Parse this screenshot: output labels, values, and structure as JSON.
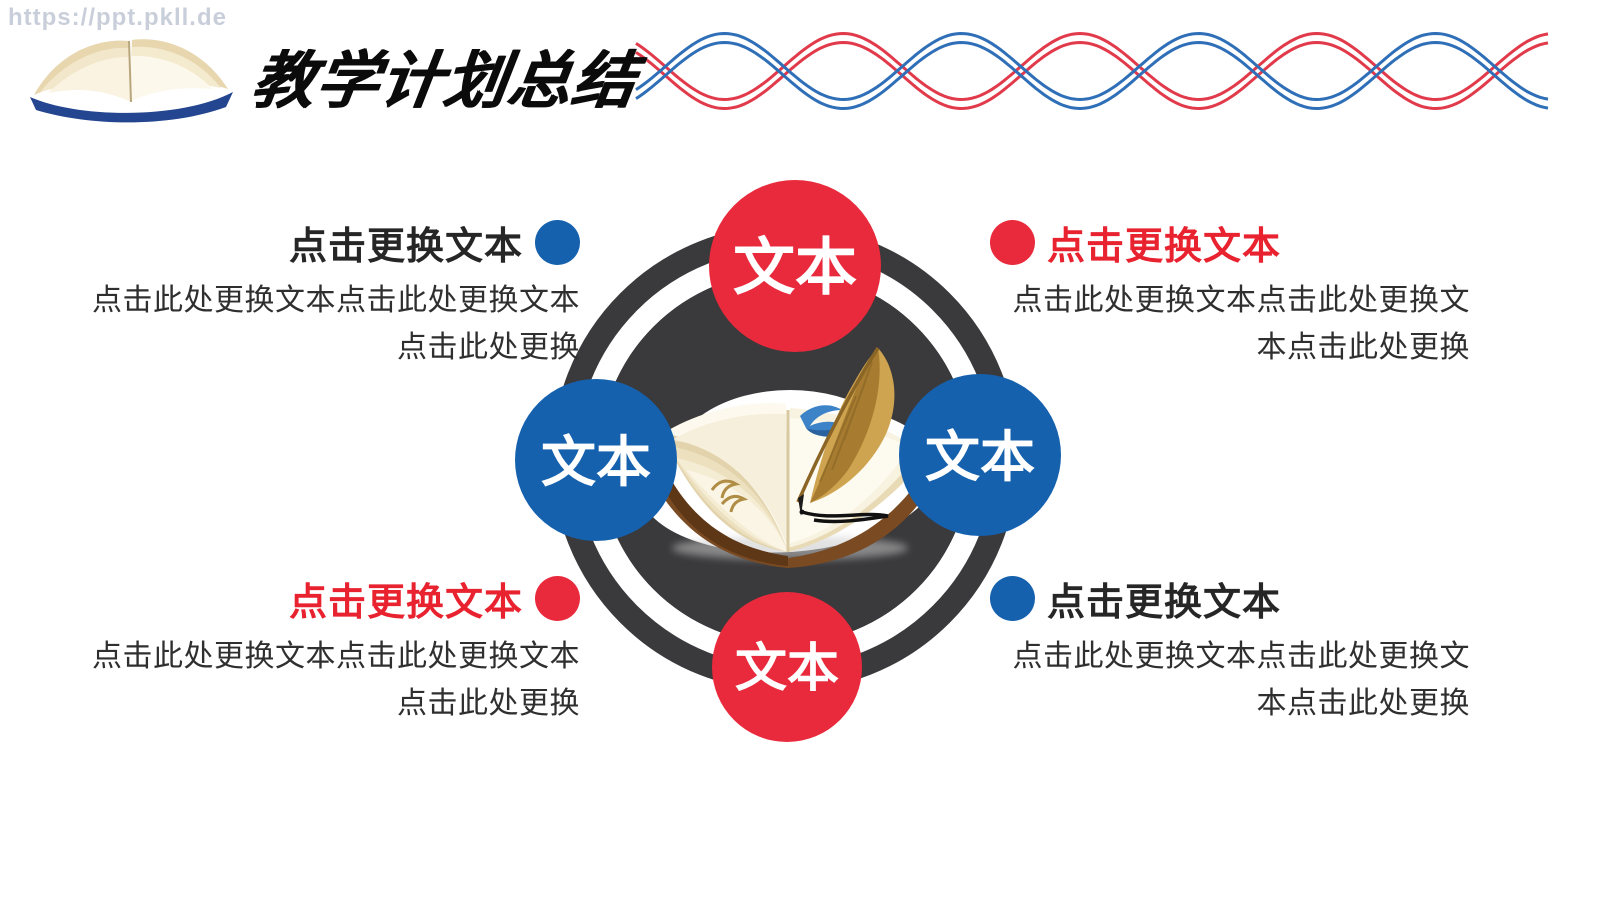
{
  "watermark": "https://ppt.pkll.de",
  "header": {
    "title": "教学计划总结",
    "logo_icon": "open-book"
  },
  "colors": {
    "red": "#e92a3c",
    "blue": "#1561ae",
    "dark": "#3a393b",
    "wave_red": "#e13a4a",
    "wave_blue": "#2f6fb8",
    "heading_dark": "#262626",
    "heading_red": "#e8222f",
    "watermark_gray": "#c9cfda"
  },
  "hub": {
    "center_icon": "book-and-quill",
    "nodes": [
      {
        "id": "top",
        "label": "文本",
        "color": "red"
      },
      {
        "id": "left",
        "label": "文本",
        "color": "blue"
      },
      {
        "id": "right",
        "label": "文本",
        "color": "blue"
      },
      {
        "id": "bottom",
        "label": "文本",
        "color": "red"
      }
    ]
  },
  "callouts": [
    {
      "position": "top-left",
      "bullet_color": "blue",
      "heading": "点击更换文本",
      "heading_color": "dark",
      "body": "点击此处更换文本点击此处更换文本点击此处更换"
    },
    {
      "position": "top-right",
      "bullet_color": "red",
      "heading": "点击更换文本",
      "heading_color": "red",
      "body": "点击此处更换文本点击此处更换文本点击此处更换"
    },
    {
      "position": "bottom-left",
      "bullet_color": "red",
      "heading": "点击更换文本",
      "heading_color": "red",
      "body": "点击此处更换文本点击此处更换文本点击此处更换"
    },
    {
      "position": "bottom-right",
      "bullet_color": "blue",
      "heading": "点击更换文本",
      "heading_color": "dark",
      "body": "点击此处更换文本点击此处更换文本点击此处更换"
    }
  ]
}
